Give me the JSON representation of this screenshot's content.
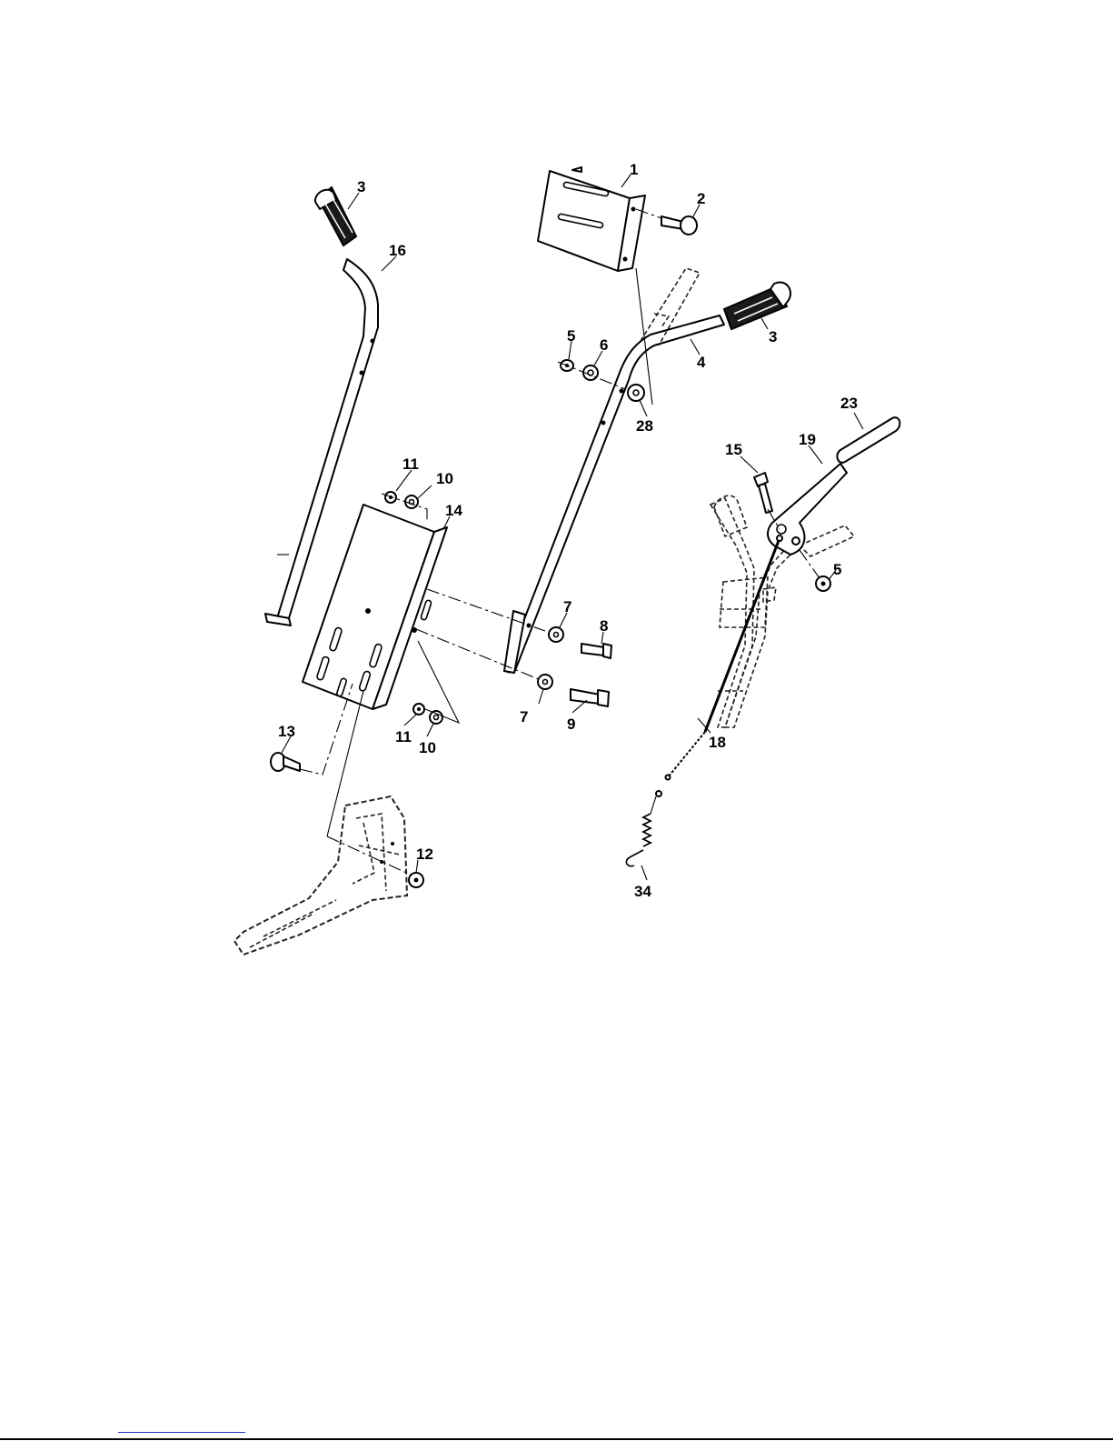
{
  "diagram": {
    "callouts": [
      {
        "id": "c1",
        "label": "1"
      },
      {
        "id": "c2",
        "label": "2"
      },
      {
        "id": "c3a",
        "label": "3"
      },
      {
        "id": "c3b",
        "label": "3"
      },
      {
        "id": "c4",
        "label": "4"
      },
      {
        "id": "c5a",
        "label": "5"
      },
      {
        "id": "c5b",
        "label": "5"
      },
      {
        "id": "c6",
        "label": "6"
      },
      {
        "id": "c7a",
        "label": "7"
      },
      {
        "id": "c7b",
        "label": "7"
      },
      {
        "id": "c8",
        "label": "8"
      },
      {
        "id": "c9",
        "label": "9"
      },
      {
        "id": "c10a",
        "label": "10"
      },
      {
        "id": "c10b",
        "label": "10"
      },
      {
        "id": "c11a",
        "label": "11"
      },
      {
        "id": "c11b",
        "label": "11"
      },
      {
        "id": "c12",
        "label": "12"
      },
      {
        "id": "c13",
        "label": "13"
      },
      {
        "id": "c14",
        "label": "14"
      },
      {
        "id": "c15",
        "label": "15"
      },
      {
        "id": "c16",
        "label": "16"
      },
      {
        "id": "c18",
        "label": "18"
      },
      {
        "id": "c19",
        "label": "19"
      },
      {
        "id": "c23",
        "label": "23"
      },
      {
        "id": "c28",
        "label": "28"
      },
      {
        "id": "c34",
        "label": "34"
      }
    ]
  }
}
